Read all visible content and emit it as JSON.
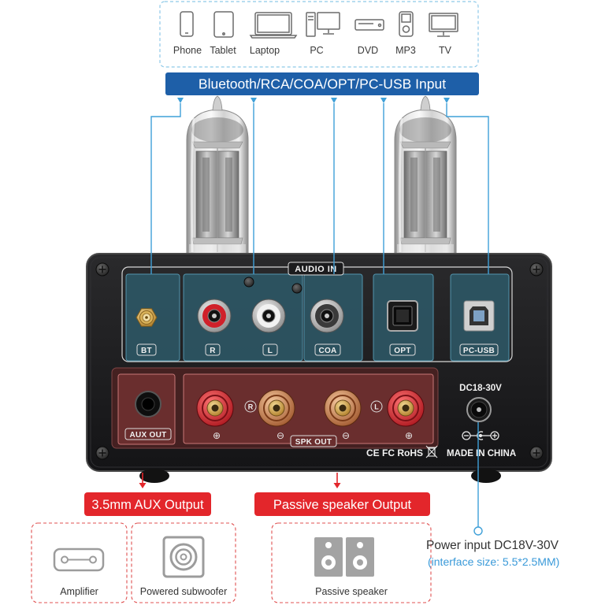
{
  "source_devices": [
    {
      "label": "Phone",
      "icon": "phone-icon"
    },
    {
      "label": "Tablet",
      "icon": "tablet-icon"
    },
    {
      "label": "Laptop",
      "icon": "laptop-icon"
    },
    {
      "label": "PC",
      "icon": "desktop-pc-icon"
    },
    {
      "label": "DVD",
      "icon": "dvd-player-icon"
    },
    {
      "label": "MP3",
      "icon": "mp3-player-icon"
    },
    {
      "label": "TV",
      "icon": "tv-icon"
    }
  ],
  "input_banner": {
    "label": "Bluetooth/RCA/COA/OPT/PC-USB Input"
  },
  "amp": {
    "audio_in": "AUDIO IN",
    "inputs": {
      "bt": "BT",
      "r": "R",
      "l": "L",
      "coa": "COA",
      "opt": "OPT",
      "pc_usb": "PC-USB"
    },
    "aux_out": "AUX OUT",
    "spk_out": "SPK OUT",
    "channel_right": "R",
    "channel_left": "L",
    "terminal_polarity": [
      "⊕",
      "⊖",
      "⊖",
      "⊕"
    ],
    "dc_rating": "DC18-30V",
    "dc_polarity_icon": "dc-polarity-icon",
    "certifications": "CE FC RoHS",
    "weee_icon": "crossed-bin-icon",
    "made_in": "MADE IN CHINA"
  },
  "outputs": {
    "aux": "3.5mm AUX Output",
    "speaker": "Passive speaker Output"
  },
  "output_targets": [
    {
      "label": "Amplifier",
      "icon": "amplifier-icon"
    },
    {
      "label": "Powered subwoofer",
      "icon": "subwoofer-icon"
    },
    {
      "label": "Passive speaker",
      "icon": "passive-speaker-icon"
    }
  ],
  "power": {
    "title": "Power input DC18V-30V",
    "interface": "(interface size: 5.5*2.5MM)"
  },
  "colors": {
    "banner_blue": "#1e5fa8",
    "connector_blue": "#3fa0d8",
    "output_red": "#e3262b",
    "interface_blue": "#3a9ad9",
    "chassis": "#1b1b1d"
  }
}
